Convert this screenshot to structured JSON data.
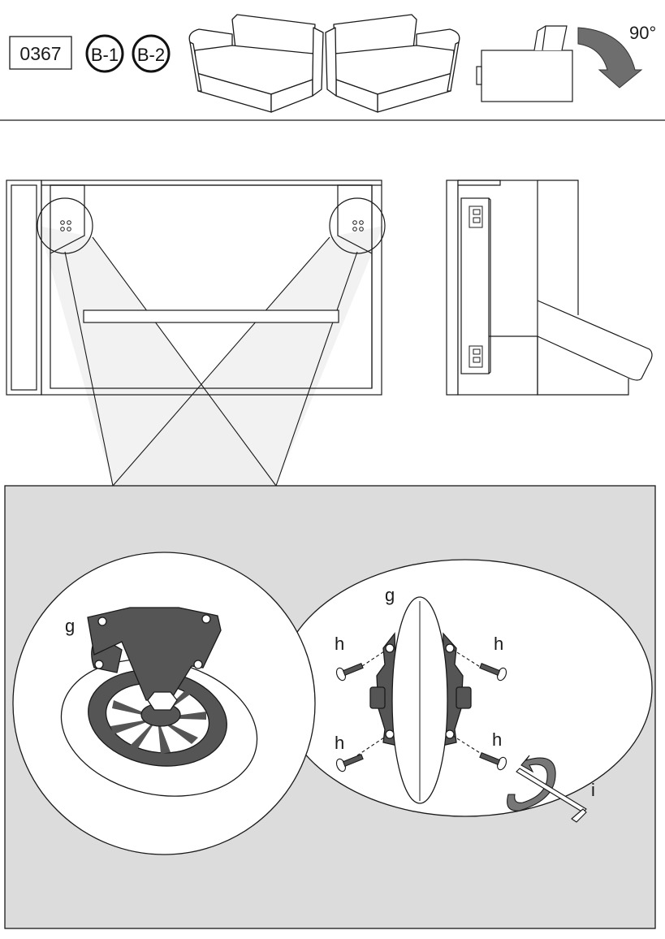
{
  "header": {
    "part_number": "0367",
    "badges": [
      "B-1",
      "B-2"
    ],
    "rotation_label": "90°"
  },
  "parts": {
    "caster": "g",
    "screw": "h",
    "hex_key": "i"
  },
  "colors": {
    "line": "#1a1a1a",
    "panel_fill": "#dcdcdc",
    "projection_fill": "#eeeeee",
    "caster_plate": "#555555",
    "arrow_fill": "#6e6e6e"
  },
  "icons": [
    "rotate-arrow-icon",
    "caster-wheel-icon",
    "screw-icon",
    "hex-key-icon",
    "rotation-arrow-icon"
  ]
}
